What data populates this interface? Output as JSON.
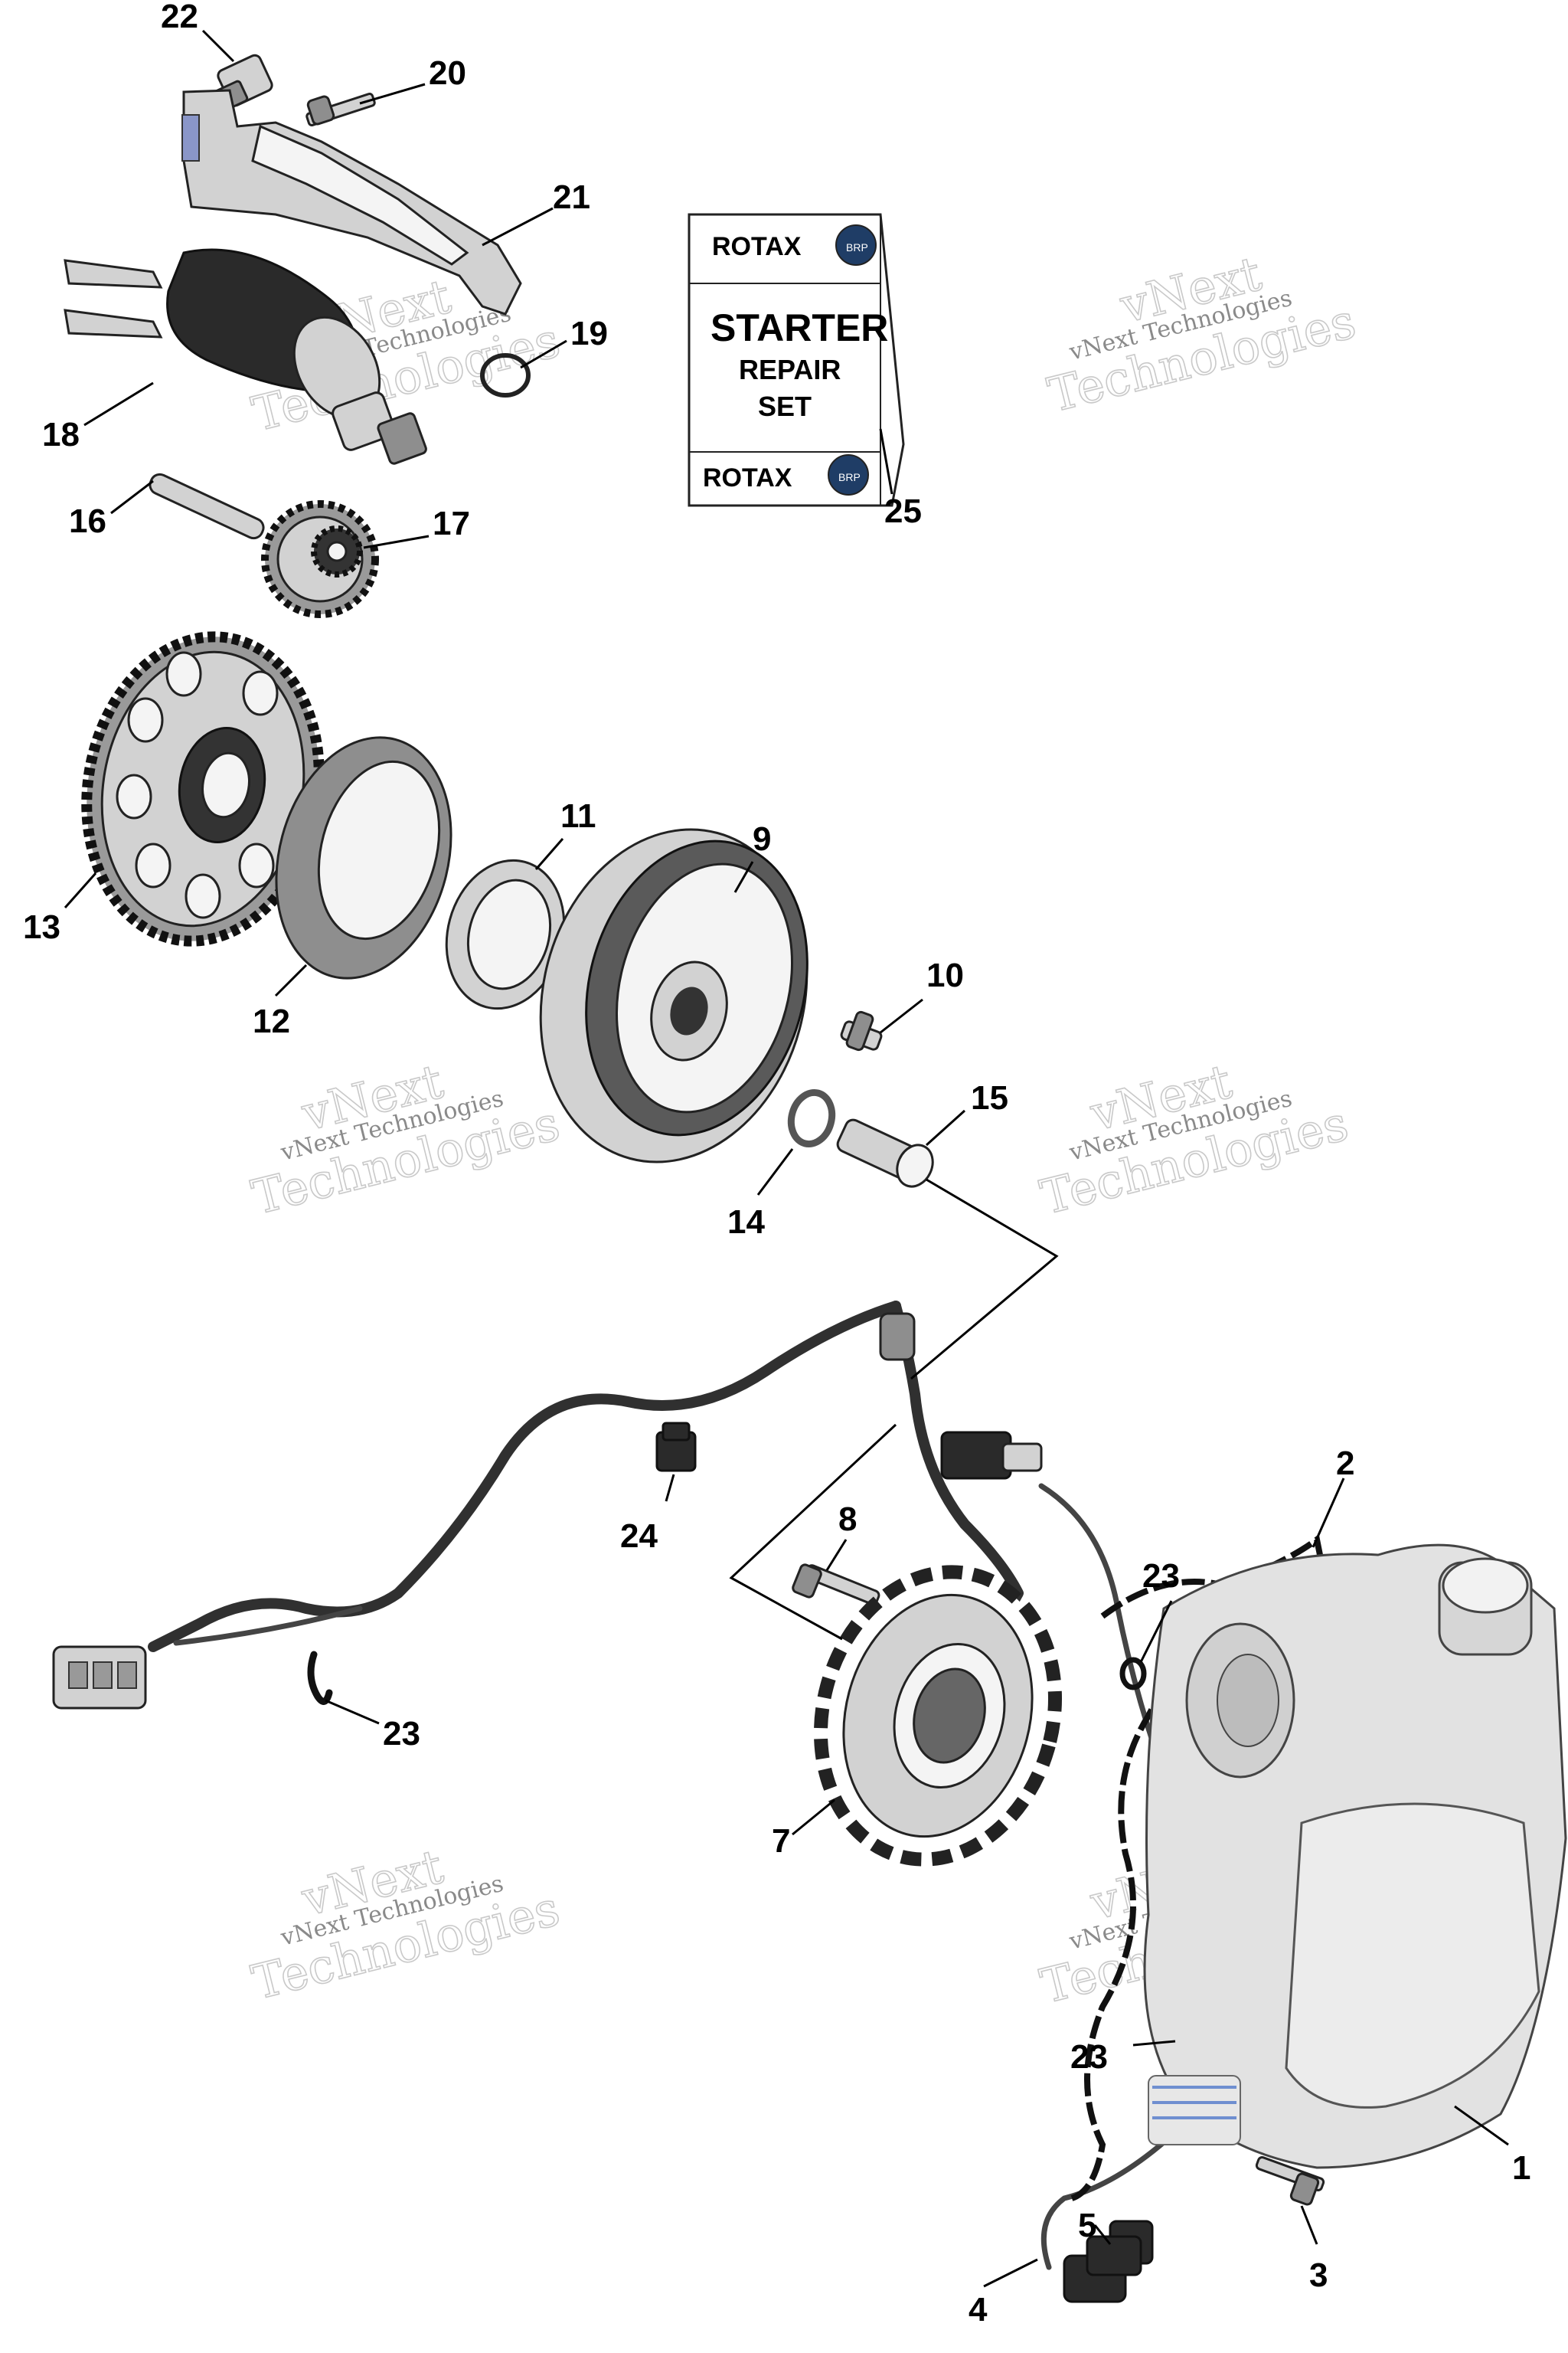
{
  "watermark": {
    "line1": "vNext Technologies",
    "line2": "vNext",
    "line3": "Technologies"
  },
  "kit_box": {
    "brand_top": "ROTAX",
    "brand_bottom": "ROTAX",
    "badge": "BRP",
    "title": "STARTER",
    "subtitle1": "REPAIR",
    "subtitle2": "SET"
  },
  "callouts": {
    "c1": "1",
    "c2": "2",
    "c3": "3",
    "c4": "4",
    "c5": "5",
    "c7": "7",
    "c8": "8",
    "c9": "9",
    "c10": "10",
    "c11": "11",
    "c12": "12",
    "c13": "13",
    "c14": "14",
    "c15": "15",
    "c16": "16",
    "c17": "17",
    "c18": "18",
    "c19": "19",
    "c20": "20",
    "c21": "21",
    "c22": "22",
    "c23a": "23",
    "c23b": "23",
    "c23c": "23",
    "c24": "24",
    "c25": "25"
  },
  "colors": {
    "ink": "#000000",
    "part_dark": "#2a2a2a",
    "part_light": "#d2d2d2",
    "accent_blue": "#2a6fb5"
  }
}
